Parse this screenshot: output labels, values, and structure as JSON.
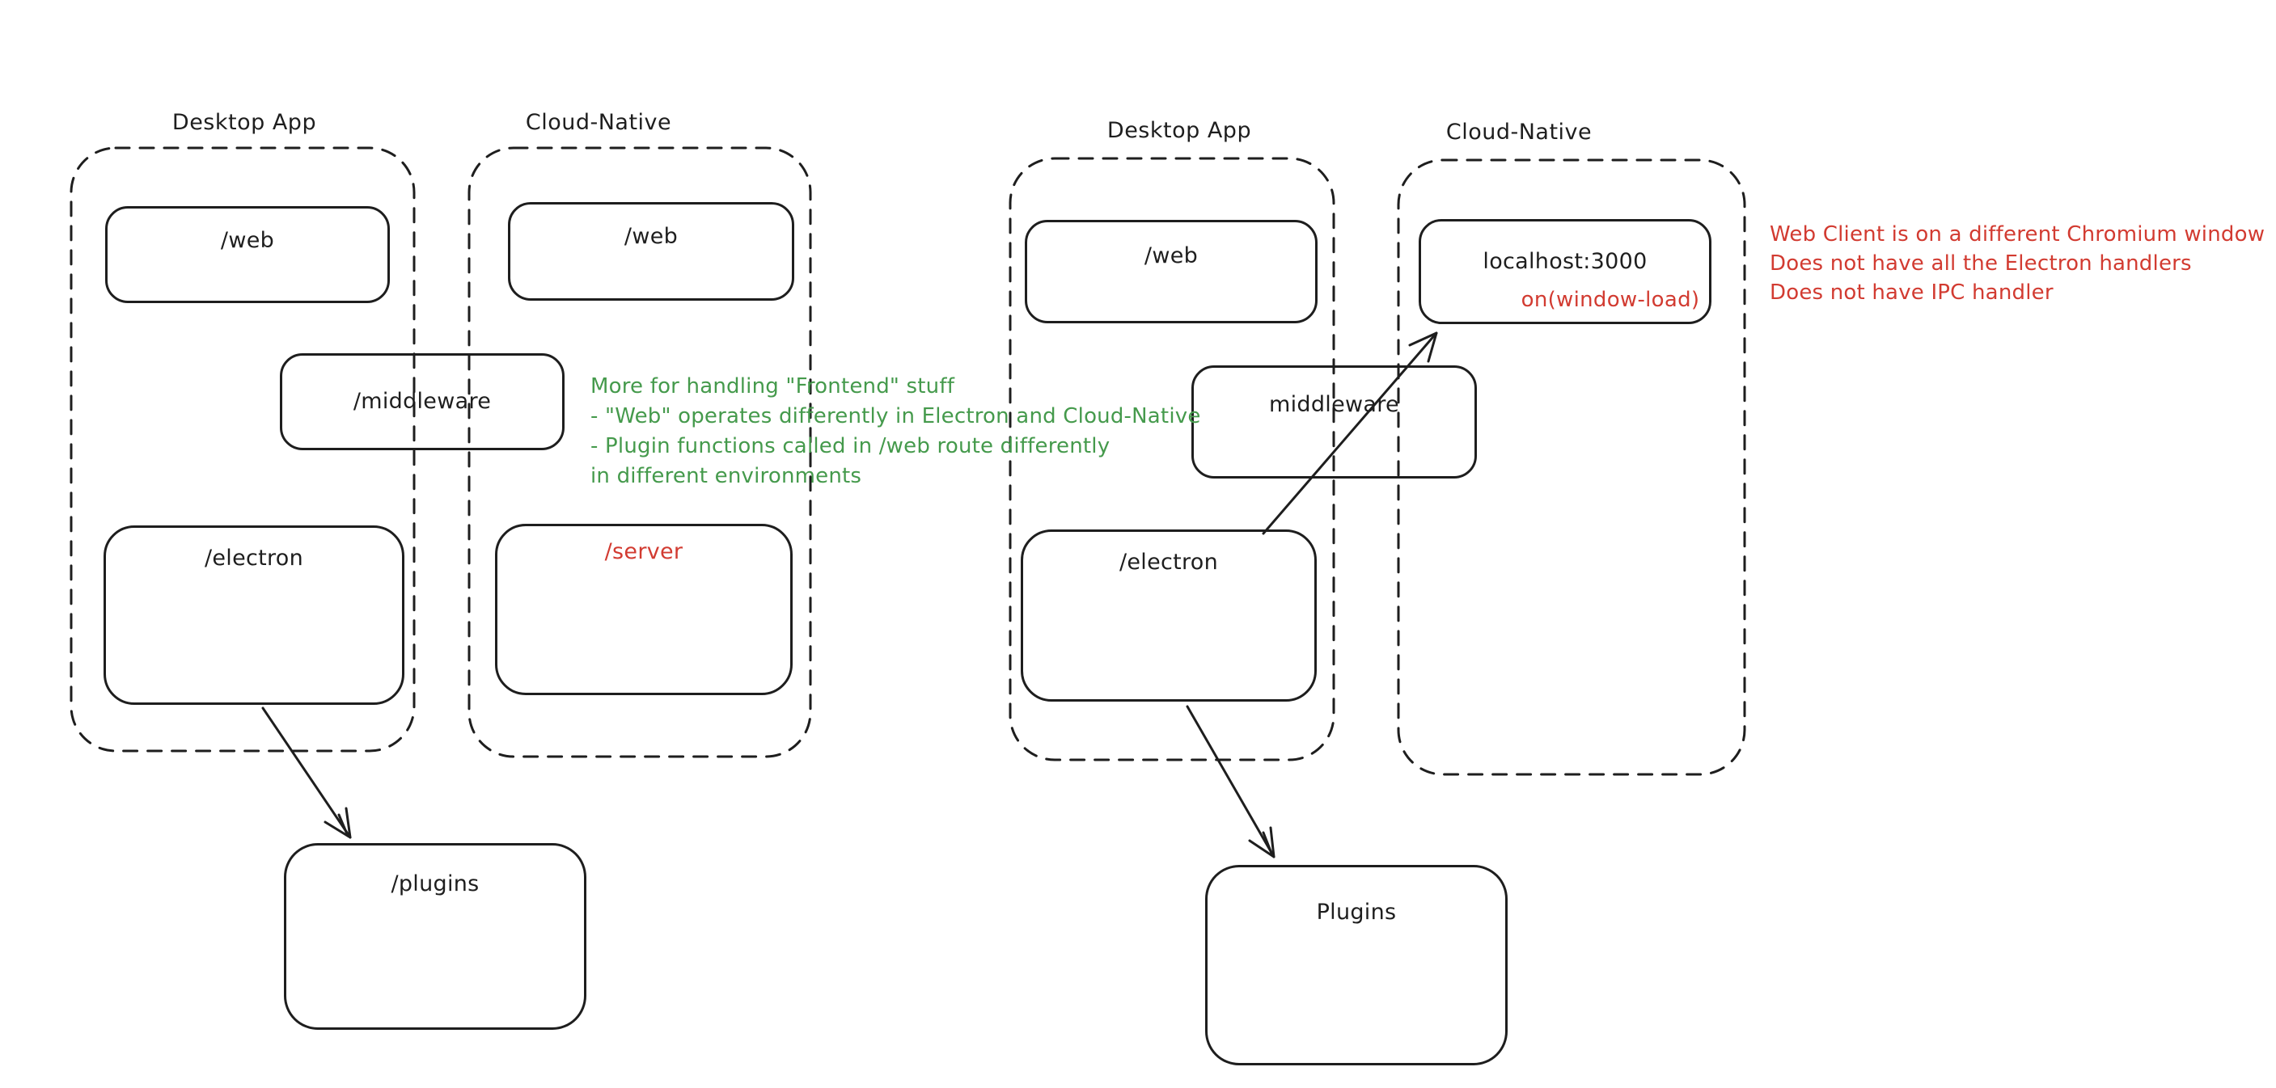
{
  "colors": {
    "ink": "#1e1e1e",
    "green": "#459a4c",
    "red": "#d23b31",
    "background": "#ffffff"
  },
  "left": {
    "desktop_label": "Desktop App",
    "cloud_label": "Cloud-Native",
    "desktop_web": "/web",
    "cloud_web": "/web",
    "middleware": "/middleware",
    "electron": "/electron",
    "server": "/server",
    "plugins": "/plugins",
    "note_lines": [
      "More for handling \"Frontend\" stuff",
      "- \"Web\" operates differently in Electron and Cloud-Native",
      "- Plugin functions called in /web route differently",
      "in different environments"
    ]
  },
  "right": {
    "desktop_label": "Desktop App",
    "cloud_label": "Cloud-Native",
    "desktop_web": "/web",
    "localhost": "localhost:3000",
    "window_load": "on(window-load)",
    "middleware": "middleware",
    "electron": "/electron",
    "plugins": "Plugins",
    "note_lines": [
      "Web Client is on a different Chromium window",
      "Does not have all the Electron handlers",
      "Does not have IPC handler"
    ]
  }
}
